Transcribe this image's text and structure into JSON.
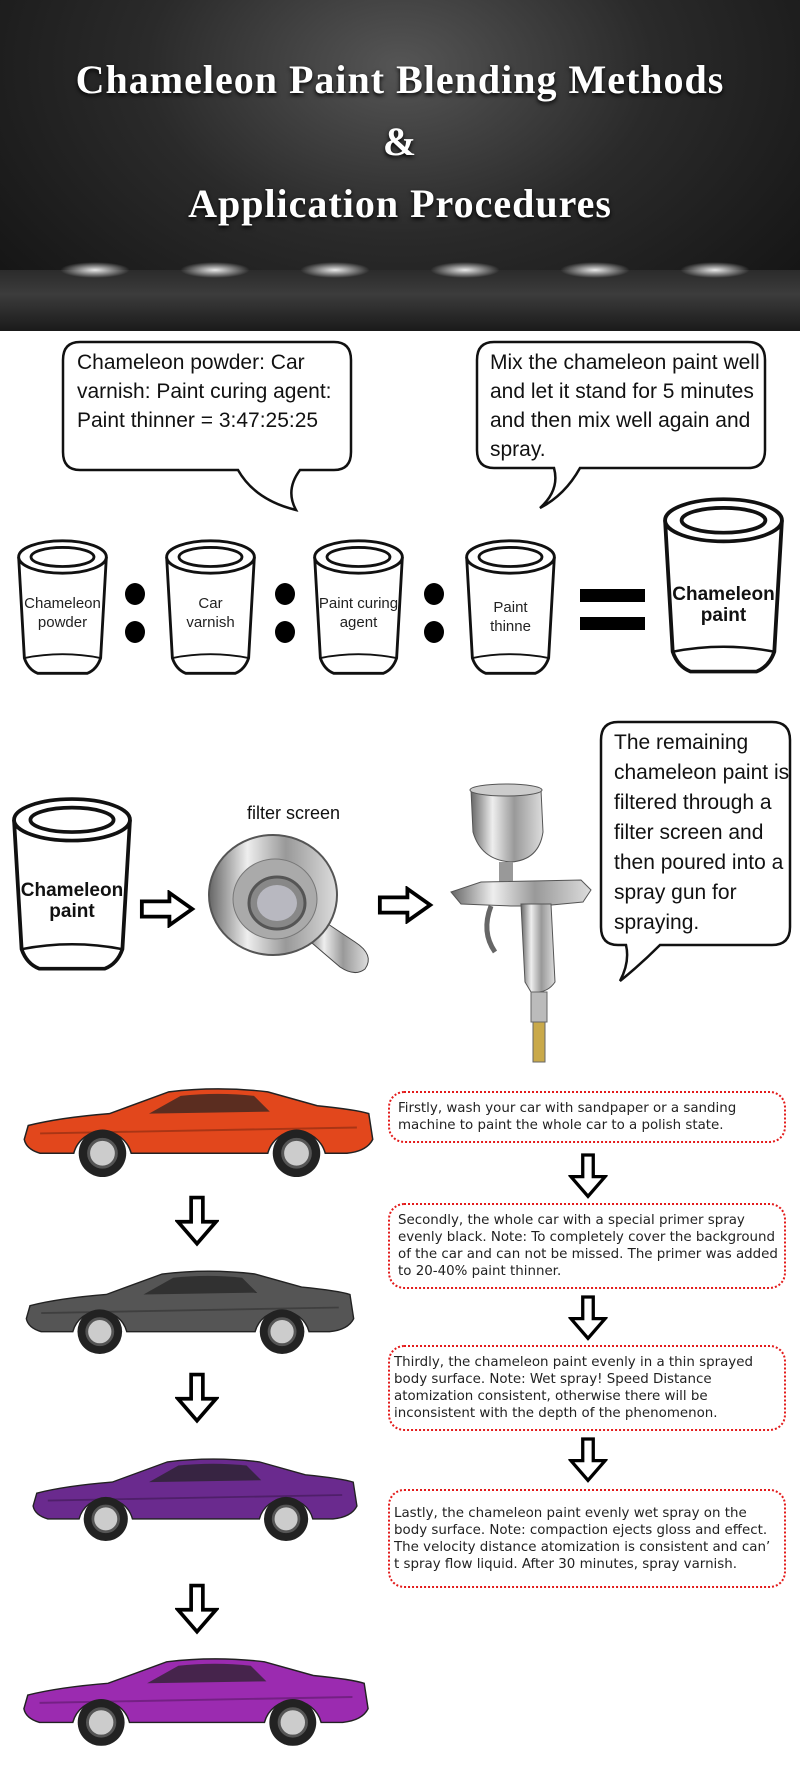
{
  "header": {
    "title_line1": "Chameleon Paint Blending Methods",
    "title_line2": "&",
    "title_line3": "Application Procedures"
  },
  "mixing": {
    "ratio_bubble": "Chameleon powder: Car varnish: Paint curing agent: Paint thinner = 3:47:25:25",
    "mix_bubble": "Mix the chameleon paint well and let it stand for 5 minutes and then mix well again and spray.",
    "cups": [
      {
        "label_line1": "Chameleon",
        "label_line2": "powder"
      },
      {
        "label_line1": "Car",
        "label_line2": "varnish"
      },
      {
        "label_line1": "Paint curing",
        "label_line2": "agent"
      },
      {
        "label_line1": "Paint",
        "label_line2": "thinne"
      }
    ],
    "result_cup": {
      "label_line1": "Chameleon",
      "label_line2": "paint"
    }
  },
  "filtering": {
    "source_cup": {
      "label_line1": "Chameleon",
      "label_line2": "paint"
    },
    "filter_label": "filter screen",
    "bubble": "The remaining chameleon paint is filtered through a filter screen and then poured into a spray gun for spraying."
  },
  "steps": [
    {
      "text": "Firstly, wash your car with sandpaper or a sanding machine to paint the whole car to a polish state.",
      "car_color": "#e2471c"
    },
    {
      "text": "Secondly, the whole car with a special primer spray evenly black. Note: To completely cover the background of the car and can not be missed. The primer was added to 20-40% paint thinner.",
      "car_color": "#555555"
    },
    {
      "text": "Thirdly, the chameleon paint evenly in a thin sprayed body surface. Note: Wet spray! Speed Distance atomization consistent, otherwise there will be inconsistent with the depth of the phenomenon.",
      "car_color": "#6a2a8e"
    },
    {
      "text": "Lastly, the chameleon paint evenly wet spray on the body surface. Note: compaction ejects gloss and effect. The velocity distance atomization is consistent and can’ t spray flow liquid. After 30 minutes, spray varnish.",
      "car_color": "#9b2bb0"
    }
  ],
  "colors": {
    "step_border": "#e31b1b",
    "header_bg": "#222222"
  }
}
